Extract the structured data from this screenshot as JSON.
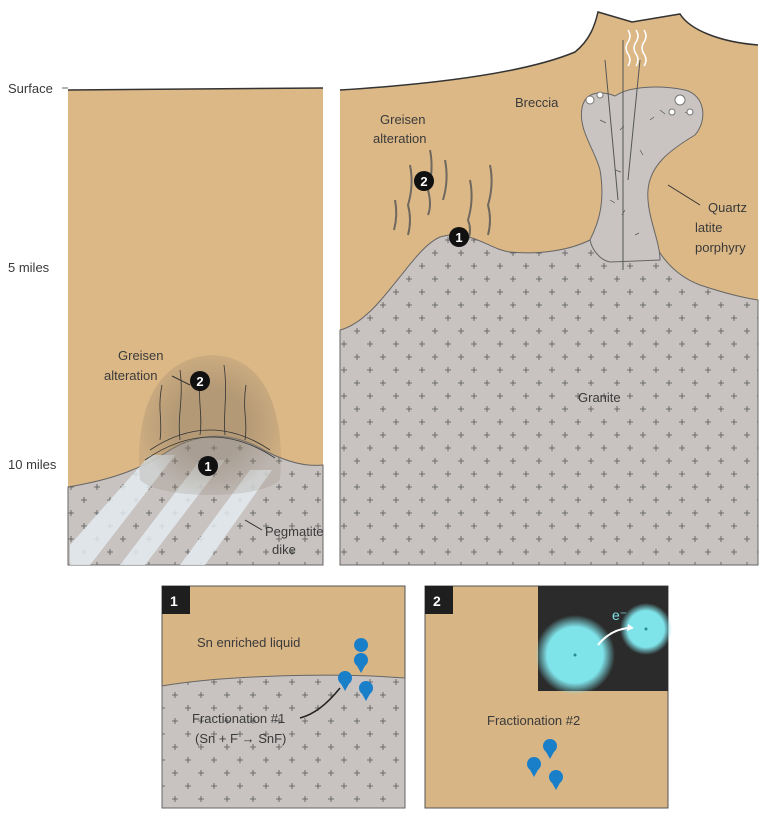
{
  "depth_labels": {
    "surface": "Surface",
    "five": "5 miles",
    "ten": "10 miles"
  },
  "left_panel": {
    "greisen": [
      "Greisen",
      "alteration"
    ],
    "pegmatite": [
      "Pegmatite",
      "dike"
    ],
    "markers": [
      "1",
      "2"
    ]
  },
  "right_panel": {
    "greisen": [
      "Greisen",
      "alteration"
    ],
    "breccia": "Breccia",
    "porphyry": [
      "Quartz",
      "latite",
      "porphyry"
    ],
    "granite": "Granite",
    "markers": [
      "1",
      "2"
    ]
  },
  "inset1": {
    "badge": "1",
    "liquid": "Sn enriched liquid",
    "fractionation": "Fractionation #1",
    "reaction": "(Sn + F → SnF)"
  },
  "inset2": {
    "badge": "2",
    "electron": "e⁻",
    "fractionation": "Fractionation #2"
  },
  "colors": {
    "sand": "#dcb886",
    "granite": "#c9c4c2",
    "drop": "#1a7fc9",
    "glow": "#7fe3ea",
    "dark": "#222222"
  }
}
